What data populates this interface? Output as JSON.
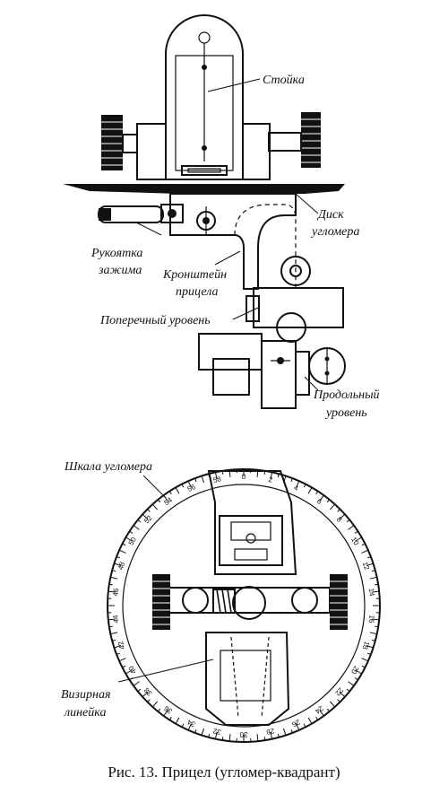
{
  "labels": {
    "stand": "Стойка",
    "disk_line1": "Диск",
    "disk_line2": "угломера",
    "handle_line1": "Рукоятка",
    "handle_line2": "зажима",
    "bracket_line1": "Кронштейн",
    "bracket_line2": "прицела",
    "cross_level": "Поперечный уровень",
    "long_level_line1": "Продольный",
    "long_level_line2": "уровень",
    "scale": "Шкала угломера",
    "sight_line1": "Визирная",
    "sight_line2": "линейка"
  },
  "caption": "Рис. 13. Прицел (угломер-квадрант)",
  "dial_numbers": [
    "0",
    "2",
    "4",
    "6",
    "8",
    "10",
    "12",
    "14",
    "16",
    "18",
    "20",
    "22",
    "24",
    "26",
    "28",
    "30",
    "32",
    "34",
    "36",
    "38",
    "40",
    "42",
    "44",
    "46",
    "48",
    "50",
    "52",
    "54",
    "56",
    "58"
  ]
}
